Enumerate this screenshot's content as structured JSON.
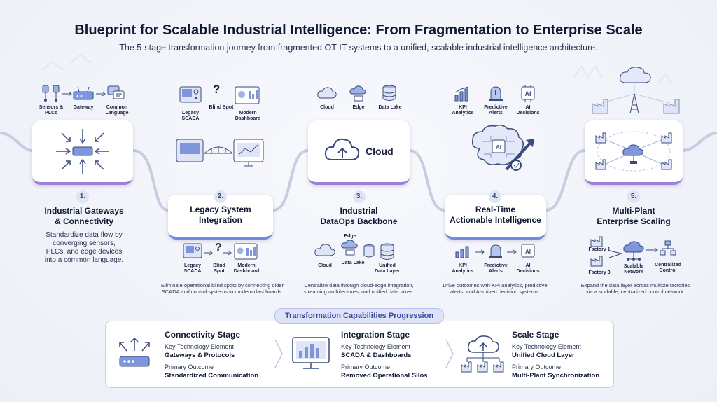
{
  "title": "Blueprint for Scalable Industrial Intelligence: From Fragmentation to Enterprise Scale",
  "subtitle": "The 5-stage transformation journey from fragmented OT-IT systems to a unified, scalable industrial intelligence architecture.",
  "stages": [
    {
      "number": "1.",
      "title_line1": "Industrial Gateways",
      "title_line2": "& Connectivity",
      "description": [
        "Standardize data flow by",
        "converging sensors,",
        "PLCs, and edge devices",
        "into a common language."
      ],
      "top_icons": [
        {
          "label_line1": "Sensors &",
          "label_line2": "PLCs",
          "icon": "sensor-icon"
        },
        {
          "label_line1": "Gateway",
          "label_line2": "",
          "icon": "gateway-icon"
        },
        {
          "label_line1": "Common",
          "label_line2": "Language",
          "icon": "chat-icon"
        }
      ]
    },
    {
      "number": "2.",
      "title_line1": "Legacy System",
      "title_line2": "Integration",
      "description": [
        "Eliminate operational blind spots by connecting older",
        "SCADA and control systems to modern dashboards."
      ],
      "top_icons": [
        {
          "label_line1": "Legacy",
          "label_line2": "SCADA",
          "icon": "scada-icon"
        },
        {
          "label_line1": "Blind Spot",
          "label_line2": "",
          "icon": "question-icon"
        },
        {
          "label_line1": "Modern",
          "label_line2": "Dashboard",
          "icon": "dashboard-icon"
        }
      ],
      "bottom_icons": [
        {
          "label_line1": "Legacy",
          "label_line2": "SCADA",
          "icon": "scada-icon"
        },
        {
          "label_line1": "Blind",
          "label_line2": "Spot",
          "icon": "question-icon"
        },
        {
          "label_line1": "Modern",
          "label_line2": "Dashboard",
          "icon": "dashboard-icon"
        }
      ]
    },
    {
      "number": "3.",
      "title_line1": "Industrial",
      "title_line2": "DataOps Backbone",
      "card_label": "Cloud",
      "description": [
        "Centralize data through cloud-edge integration,",
        "streaming architectures, and unified data lakes."
      ],
      "top_icons": [
        {
          "label_line1": "Cloud",
          "label_line2": "",
          "icon": "cloud-icon"
        },
        {
          "label_line1": "Edge",
          "label_line2": "",
          "icon": "edge-icon"
        },
        {
          "label_line1": "Data Lake",
          "label_line2": "",
          "icon": "database-icon"
        }
      ],
      "bottom_icons": [
        {
          "label_line1": "Edge",
          "label_line2": "",
          "icon": "edge-icon"
        },
        {
          "label_line1": "Cloud",
          "label_line2": "",
          "icon": "cloud-icon"
        },
        {
          "label_line1": "Data Lake",
          "label_line2": "",
          "icon": "database-icon"
        },
        {
          "label_line1": "Unified",
          "label_line2": "Data Layer",
          "icon": "database-icon"
        }
      ]
    },
    {
      "number": "4.",
      "title_line1": "Real-Time",
      "title_line2": "Actionable Intelligence",
      "description": [
        "Drive outcomes with KPI analytics, predictive",
        "alerts, and AI-driven decision systems."
      ],
      "top_icons": [
        {
          "label_line1": "KPI",
          "label_line2": "Analytics",
          "icon": "bar-chart-icon"
        },
        {
          "label_line1": "Predictive",
          "label_line2": "Alerts",
          "icon": "alert-icon"
        },
        {
          "label_line1": "AI",
          "label_line2": "Decisions",
          "icon": "ai-chip-icon"
        }
      ],
      "bottom_icons": [
        {
          "label_line1": "KPI",
          "label_line2": "Analytics",
          "icon": "bar-chart-icon"
        },
        {
          "label_line1": "Predictive",
          "label_line2": "Alerts",
          "icon": "alert-icon"
        },
        {
          "label_line1": "AI",
          "label_line2": "Decisions",
          "icon": "ai-chip-icon"
        }
      ],
      "chip_text": "AI"
    },
    {
      "number": "5.",
      "title_line1": "Multi-Plant",
      "title_line2": "Enterprise Scaling",
      "description": [
        "Expand the data layer across multiple factories",
        "via a scalable, centralized control network."
      ],
      "bottom_icons": [
        {
          "label_line1": "Factory 1",
          "label_line2": "",
          "icon": "factory-icon"
        },
        {
          "label_line1": "Factory 3",
          "label_line2": "",
          "icon": "factory-icon"
        },
        {
          "label_line1": "Scalable",
          "label_line2": "Network",
          "icon": "cloud-network-icon"
        },
        {
          "label_line1": "Centralized",
          "label_line2": "Control",
          "icon": "control-icon"
        }
      ]
    }
  ],
  "progression": {
    "banner": "Transformation Capabilities Progression",
    "columns": [
      {
        "title": "Connectivity Stage",
        "key_label": "Key Technology Element",
        "key_value": "Gateways & Protocols",
        "outcome_label": "Primary Outcome",
        "outcome_value": "Standardized Communication",
        "icon": "gateway-icon"
      },
      {
        "title": "Integration Stage",
        "key_label": "Key Technology Element",
        "key_value": "SCADA & Dashboards",
        "outcome_label": "Primary Outcome",
        "outcome_value": "Removed Operational Silos",
        "icon": "monitor-icon"
      },
      {
        "title": "Scale Stage",
        "key_label": "Key Technology Element",
        "key_value": "Unified Cloud Layer",
        "outcome_label": "Primary Outcome",
        "outcome_value": "Multi-Plant Synchronization",
        "icon": "cloud-network-icon"
      }
    ]
  },
  "colors": {
    "accent_blue": "#6f8be0",
    "accent_purple": "#9b7fd8",
    "dark_blue": "#2f4fa8",
    "text": "#111a33"
  }
}
